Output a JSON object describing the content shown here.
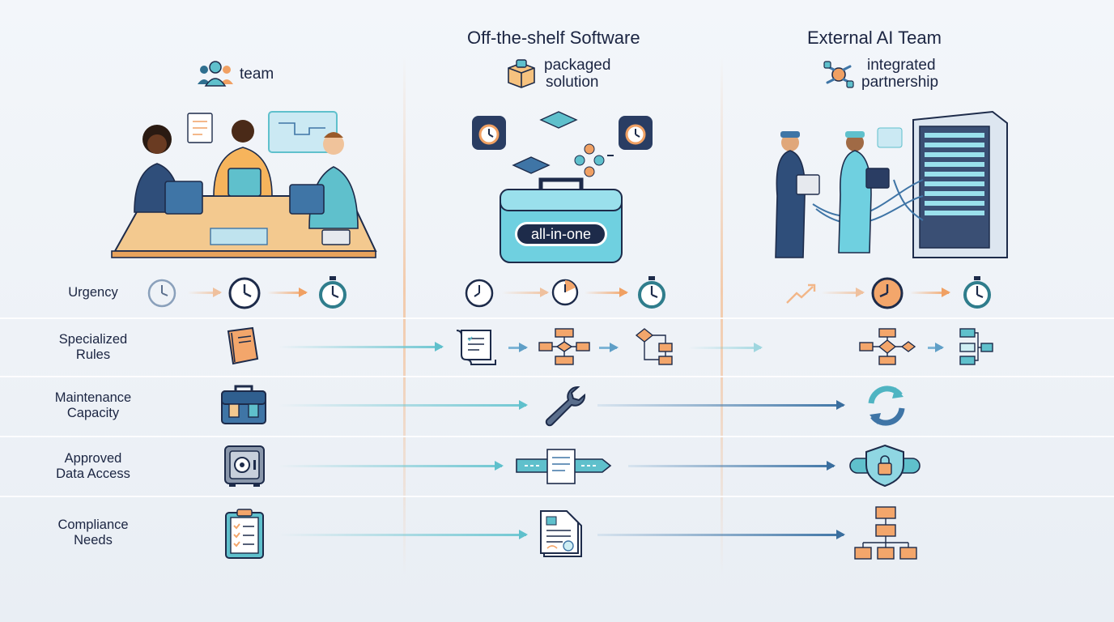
{
  "columns": {
    "left": {
      "subtitle": "team",
      "icon": "team-icon"
    },
    "middle": {
      "title": "Off-the-shelf Software",
      "subtitle_line1": "packaged",
      "subtitle_line2": "solution",
      "icon": "box-icon",
      "toolbox_label": "all-in-one"
    },
    "right": {
      "title": "External AI Team",
      "subtitle_line1": "integrated",
      "subtitle_line2": "partnership",
      "icon": "integration-icon"
    }
  },
  "rows": [
    {
      "label_line1": "Urgency",
      "label_line2": ""
    },
    {
      "label_line1": "Specialized",
      "label_line2": "Rules"
    },
    {
      "label_line1": "Maintenance",
      "label_line2": "Capacity"
    },
    {
      "label_line1": "Approved",
      "label_line2": "Data Access"
    },
    {
      "label_line1": "Compliance",
      "label_line2": "Needs"
    }
  ],
  "colors": {
    "orange": "#f3a66b",
    "teal": "#5fc0cc",
    "navy": "#1d2b4a",
    "blue": "#3f75a6"
  }
}
